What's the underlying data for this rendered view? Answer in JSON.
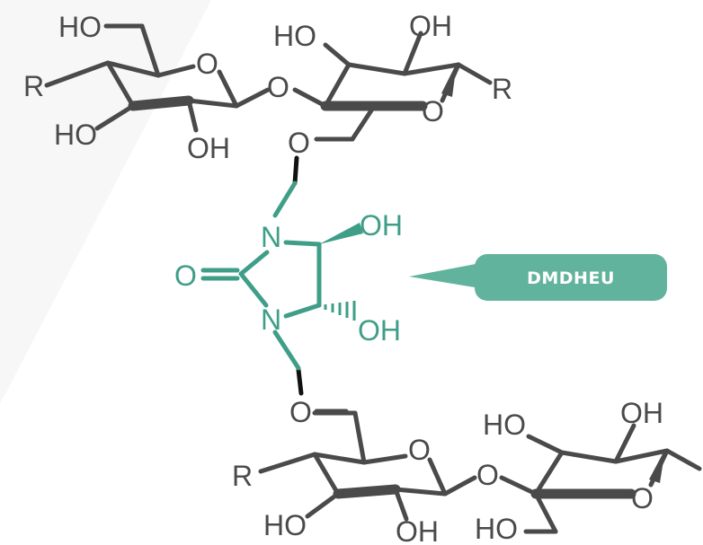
{
  "callout": {
    "label": "DMDHEU",
    "color": "#62b39d"
  },
  "colors": {
    "skeleton": "#4a4a4a",
    "crosslinker": "#3f9e88",
    "linker_bond": "#111111"
  },
  "top_chain": {
    "left_ring": {
      "ho_ch2": "HO",
      "r": "R",
      "ring_o": "O",
      "oh_bottom_left": "HO",
      "oh_bottom": "OH"
    },
    "glycosidic_o": "O",
    "right_ring": {
      "oh_top_left": "HO",
      "oh_top": "OH",
      "r": "R",
      "ring_o": "O",
      "c6_o": "O"
    }
  },
  "crosslinker": {
    "n_top": "N",
    "n_bottom": "N",
    "carbonyl_o": "O",
    "oh_top": "OH",
    "oh_bottom": "OH"
  },
  "bottom_chain": {
    "c6_o": "O",
    "left_ring": {
      "r": "R",
      "ring_o": "O",
      "oh_bottom_left": "HO",
      "oh_bottom": "OH"
    },
    "glycosidic_o": "O",
    "right_ring": {
      "oh_top_left": "HO",
      "oh_top": "OH",
      "ring_o": "O",
      "ho_ch2": "HO"
    }
  }
}
